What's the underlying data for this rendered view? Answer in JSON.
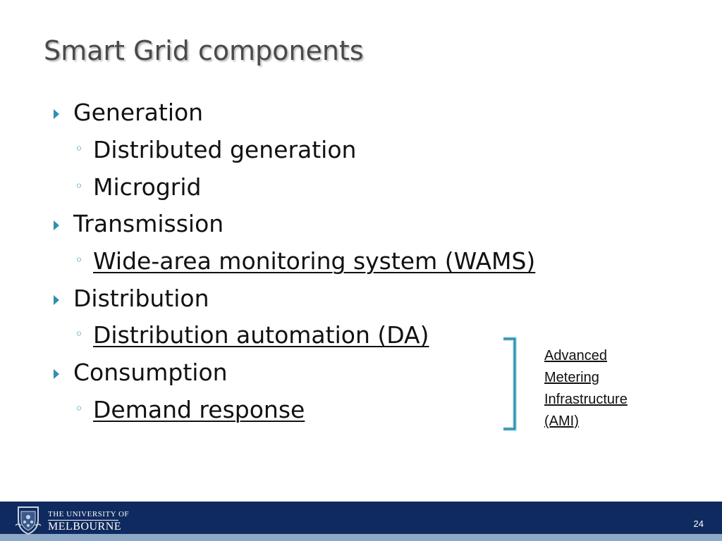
{
  "slide": {
    "title": "Smart Grid components",
    "page_number": "24"
  },
  "bullets": [
    {
      "text": "Generation",
      "children": [
        "Distributed generation",
        "Microgrid"
      ]
    },
    {
      "text": "Transmission",
      "children": [
        "Wide-area monitoring system (WAMS)"
      ]
    },
    {
      "text": "Distribution",
      "children": [
        "Distribution automation (DA)"
      ]
    },
    {
      "text": "Consumption",
      "children": [
        "Demand response"
      ]
    }
  ],
  "ami": {
    "line1": "Advanced",
    "line2": "Metering",
    "line3": "Infrastructure",
    "line4": "(AMI)"
  },
  "footer": {
    "university_line1": "THE UNIVERSITY OF",
    "university_line2": "MELBOURNE"
  },
  "colors": {
    "accent": "#2f8fb0",
    "footer_bg": "#0f2a5e",
    "title": "#4a4a4a"
  },
  "icons": {
    "bullet_level1": "triangle-right-icon",
    "bullet_level2": "circle-icon",
    "logo": "university-crest-icon"
  }
}
